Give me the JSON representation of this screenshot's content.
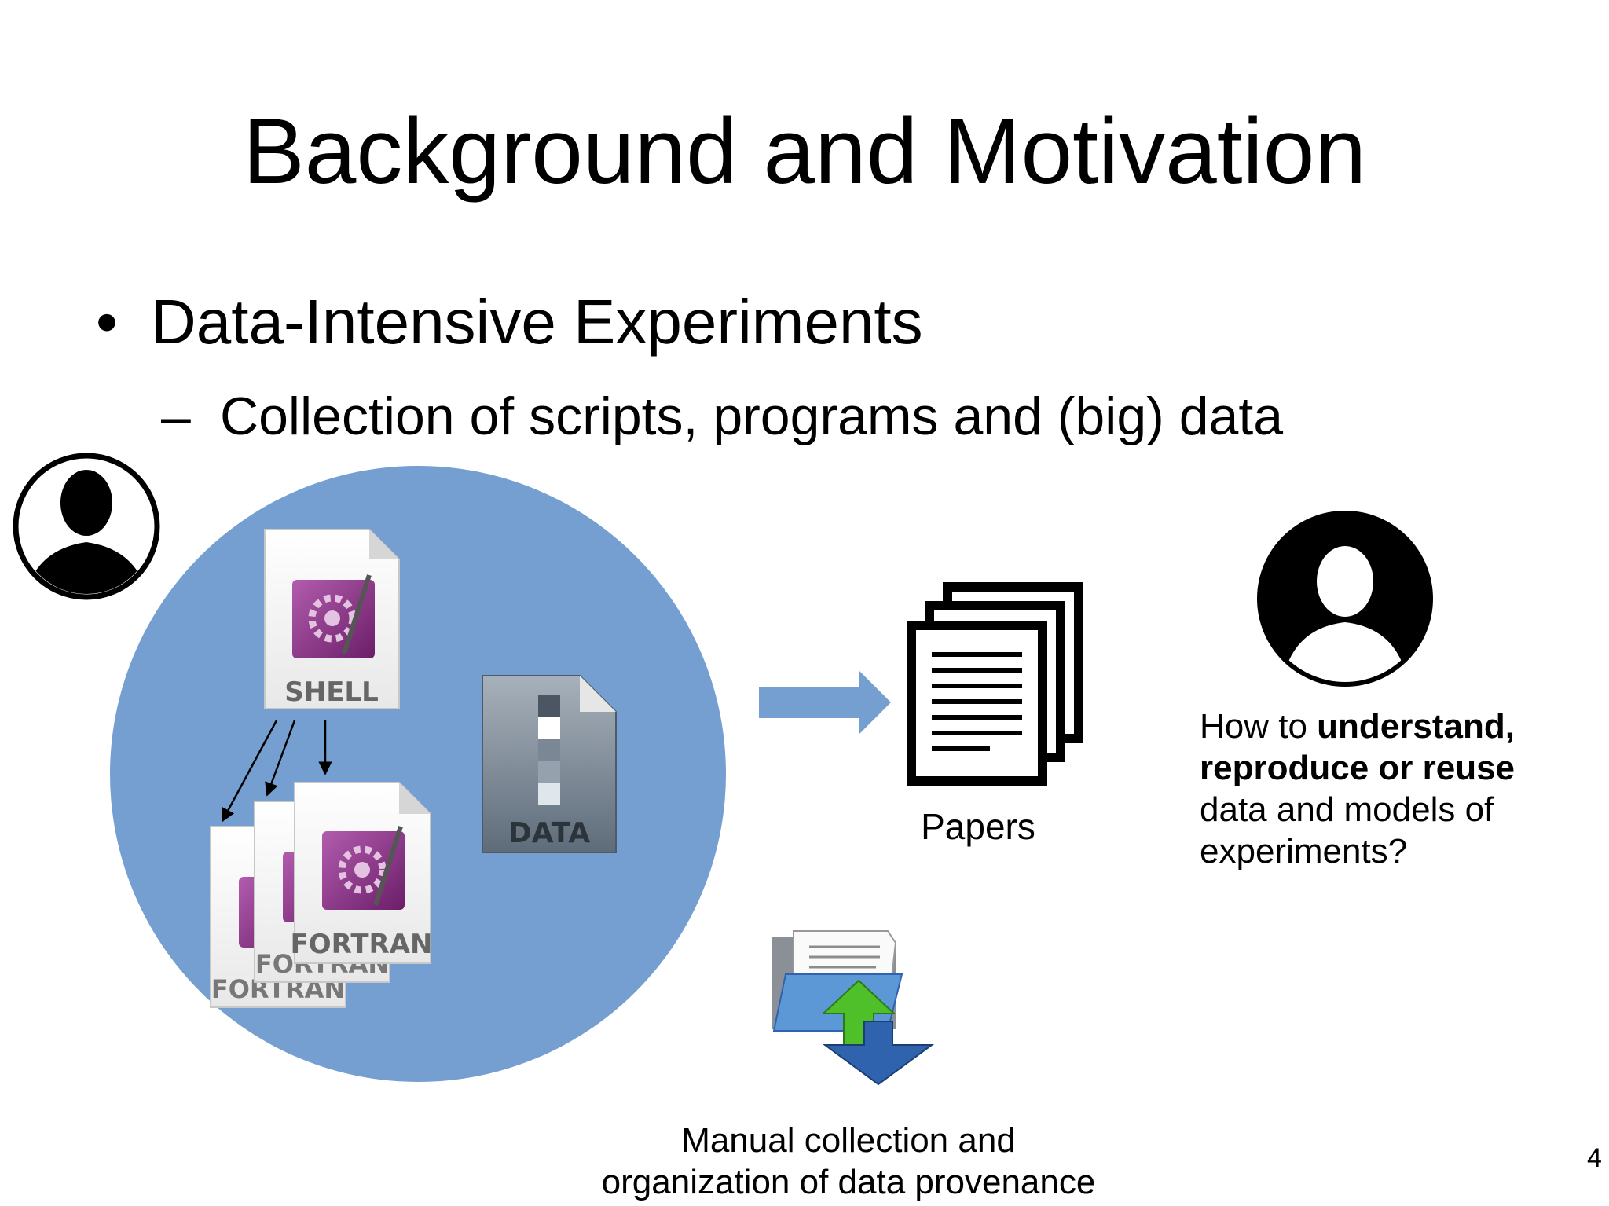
{
  "slide": {
    "title": "Background and Motivation",
    "bullet_1": "Data-Intensive Experiments",
    "bullet_1_marker": "•",
    "bullet_2": "Collection of scripts, programs and (big) data",
    "bullet_2_marker": "–",
    "page_number": "4"
  },
  "diagram": {
    "shell_label": "SHELL",
    "fortran_labels": [
      "FORTRAN",
      "FORTRAN",
      "FORTRAN"
    ],
    "data_label": "DATA",
    "papers_label": "Papers",
    "question": {
      "prefix": "How to ",
      "bold": "understand, reproduce or reuse",
      "suffix": " data and models of experiments?"
    },
    "manual_caption_line1": "Manual collection and",
    "manual_caption_line2": "organization of data provenance",
    "colors": {
      "circle": "#749fd0",
      "arrow": "#749fd0",
      "script_icon": "#8a2d86",
      "upload_arrow": "#4fbf2a",
      "download_arrow": "#2f63ad"
    }
  }
}
